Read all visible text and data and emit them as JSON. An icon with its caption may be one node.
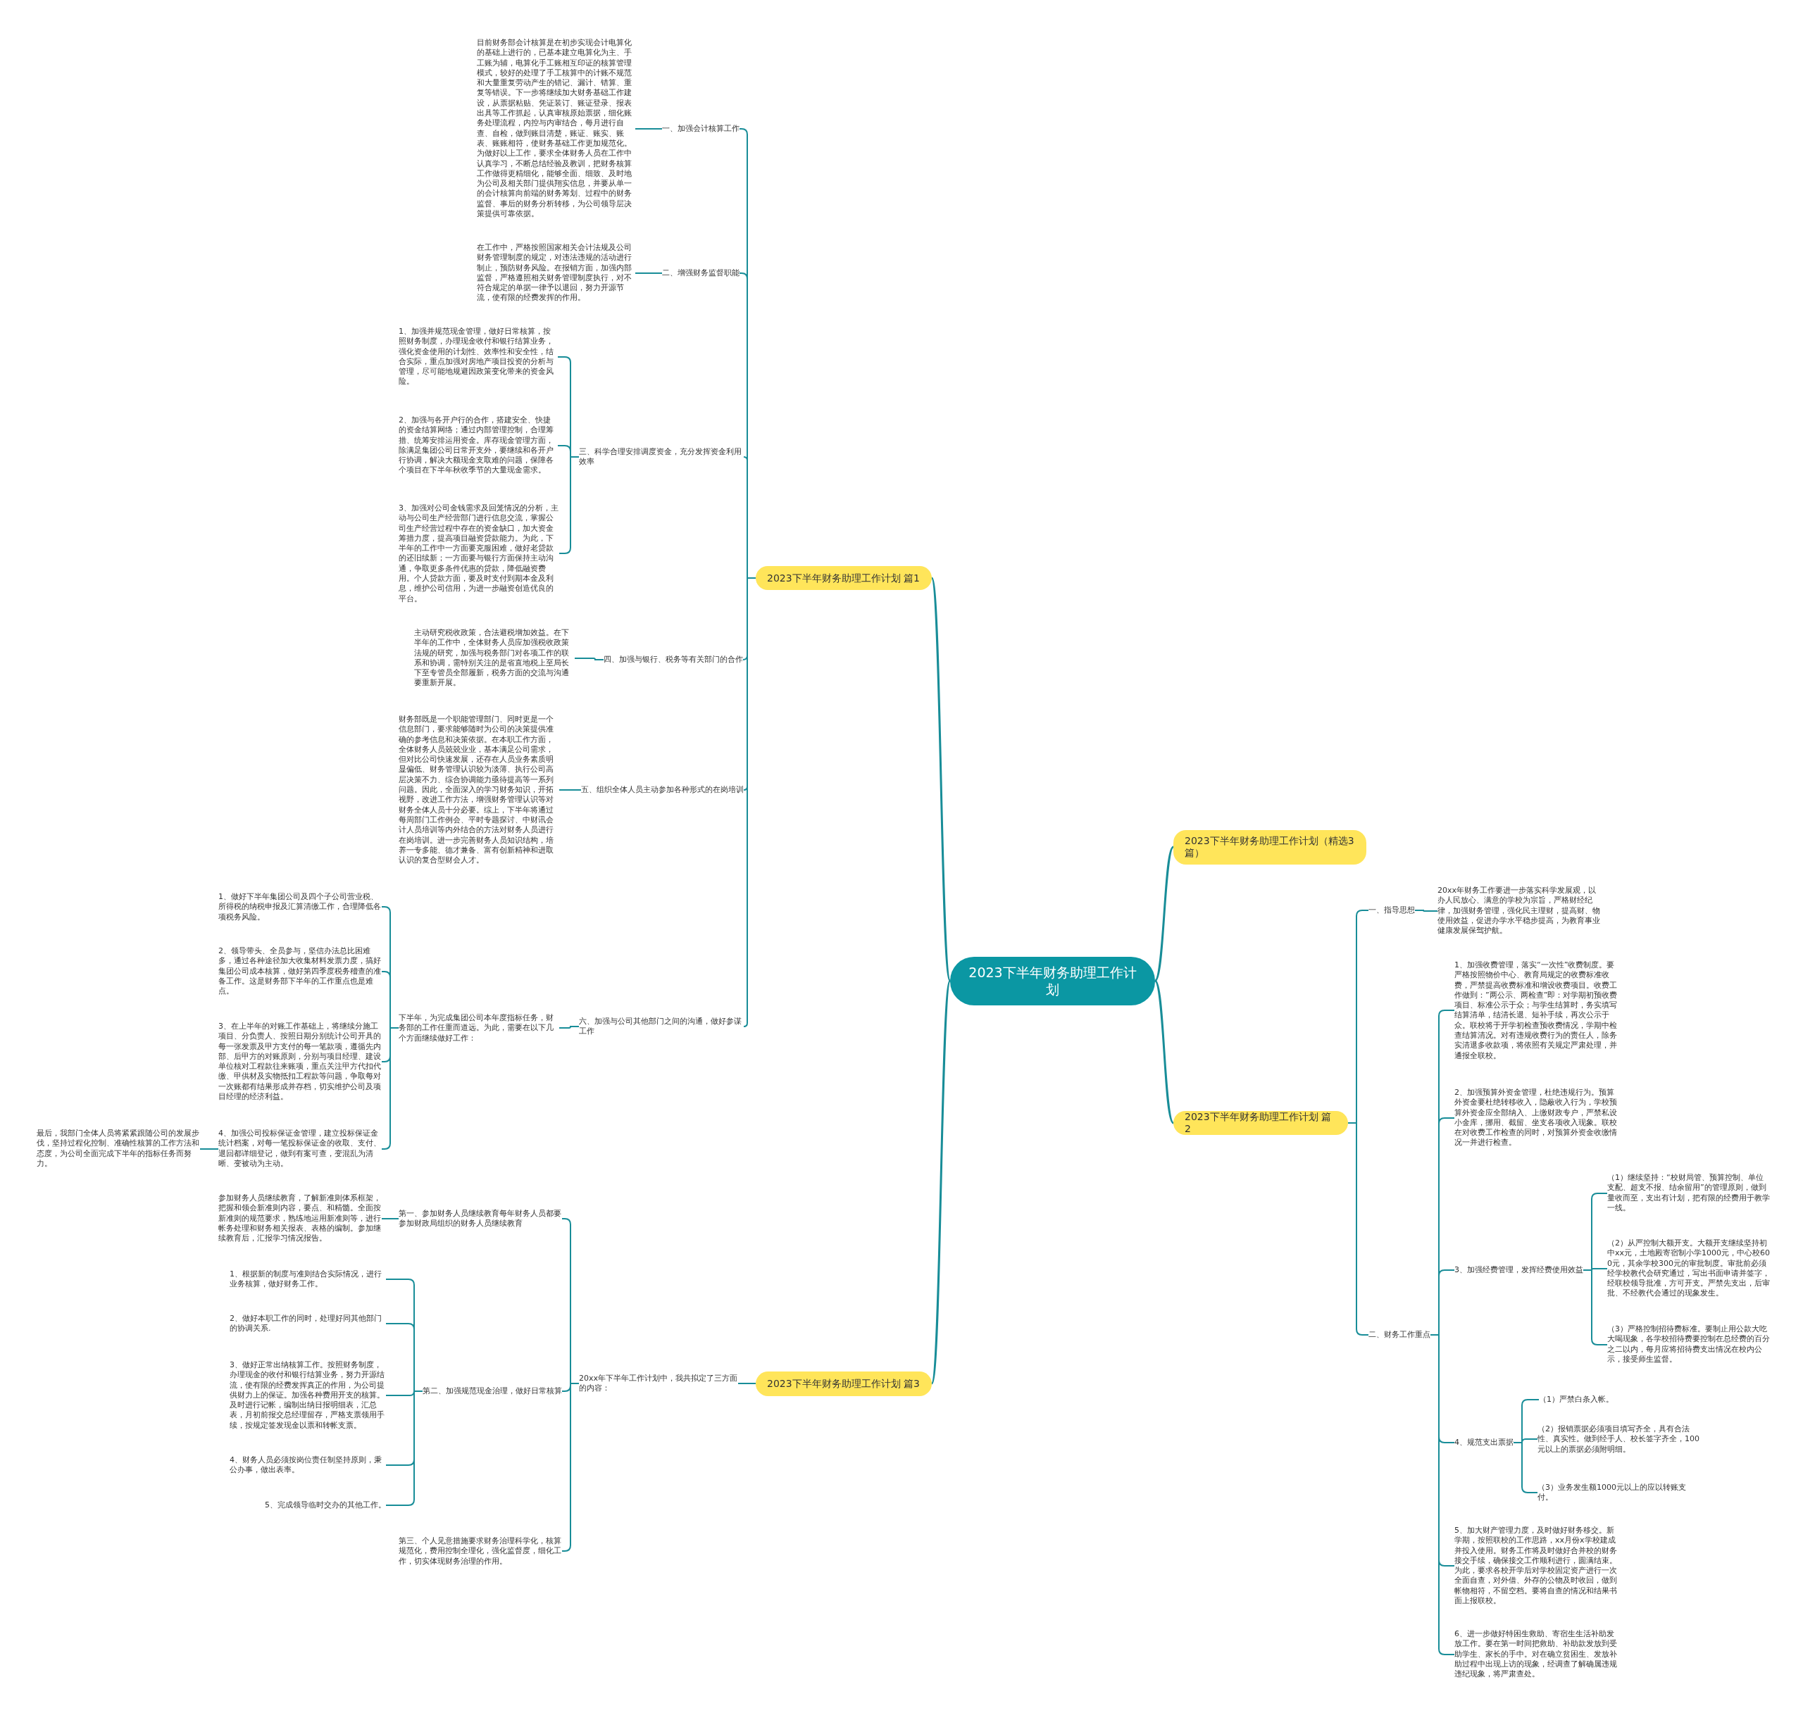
{
  "diagram": {
    "nodes": [
      {
        "text": [
          "2023下半年财务助理工作计划"
        ]
      },
      {
        "text": [
          "2023下半年财务助理工作计划（精选3篇）"
        ]
      },
      {
        "text": [
          "2023下半年财务助理工作计划 篇1"
        ]
      },
      {
        "text": [
          "一、加强会计核算工作"
        ]
      },
      {
        "text": [
          "目前财务部会计核算是在初步实现会计电算化的基础上进行的，已基本建立电算化为主、手工账为辅，电算化手工账相互印证的核算管理模式，较好的处理了手工核算中的计账不规范和大量重复劳动产生的错记、漏计、错算、重复等错误。下一步将继续加大财务基础工作建设，从票据粘贴、凭证装订、账证登录、报表出具等工作抓起，认真审核原始票据，细化账务处理流程，内控与内审结合，每月进行自查、自检，做到账目清楚，账证、账实、账表、账账相符，使财务基础工作更加规范化。为做好以上工作，要求全体财务人员在工作中认真学习，不断总结经验及教训，把财务核算工作做得更精细化，能够全面、细致、及时地为公司及相关部门提供翔实信息，并要从单一的会计核算向前端的财务筹划、过程中的财务监督、事后的财务分析转移，为公司领导层决策提供可靠依据。"
        ]
      },
      {
        "text": [
          "二、增强财务监督职能"
        ]
      },
      {
        "text": [
          "在工作中，严格按照国家相关会计法规及公司财务管理制度的规定，对违法违规的活动进行制止，预防财务风险。在报销方面，加强内部监督，严格遵照相关财务管理制度执行，对不符合规定的单据一律予以退回，努力开源节流，使有限的经费发挥的作用。"
        ]
      },
      {
        "text": [
          "三、科学合理安排调度资金，充分发挥资金利用效率"
        ]
      },
      {
        "text": [
          "1、加强并规范现金管理，做好日常核算，按照财务制度，办理现金收付和银行结算业务，强化资金使用的计划性、效率性和安全性，结合实际，重点加强对房地产项目投资的分析与管理，尽可能地规避因政策变化带来的资金风险。"
        ]
      },
      {
        "text": [
          "2、加强与各开户行的合作，搭建安全、快捷的资金结算网络；通过内部管理控制，合理筹措、统筹安排运用资金。库存现金管理方面，除满足集团公司日常开支外，要继续和各开户行协调，解决大额现金支取难的问题，保障各个项目在下半年秋收季节的大量现金需求。"
        ]
      },
      {
        "text": [
          "3、加强对公司金钱需求及回笼情况的分析，主动与公司生产经营部门进行信息交流，掌握公司生产经营过程中存在的资金缺口，加大资金筹措力度，提高项目融资贷款能力。为此，下半年的工作中一方面要克服困难，做好老贷款的还旧续新；一方面要与银行方面保持主动沟通，争取更多条件优惠的贷款，降低融资费用。个人贷款方面，要及时支付到期本金及利息，维护公司信用，为进一步融资创造优良的平台。"
        ]
      },
      {
        "text": [
          "四、加强与银行、税务等有关部门的合作"
        ]
      },
      {
        "text": [
          "主动研究税收政策，合法避税增加效益。在下半年的工作中，全体财务人员应加强税收政策法规的研究，加强与税务部门对各项工作的联系和协调，需特别关注的是省直地税上至局长下至专管员全部履新，税务方面的交流与沟通要重新开展。"
        ]
      },
      {
        "text": [
          "五、组织全体人员主动参加各种形式的在岗培训"
        ]
      },
      {
        "text": [
          "财务部既是一个职能管理部门、同时更是一个信息部门，要求能够随时为公司的决策提供准确的参考信息和决策依据。在本职工作方面，全体财务人员兢兢业业，基本满足公司需求，但对比公司快速发展，还存在人员业务素质明显偏低、财务管理认识较为淡薄、执行公司高层决策不力、综合协调能力亟待提高等一系列问题。因此，全面深入的学习财务知识，开拓视野，改进工作方法，增强财务管理认识等对财务全体人员十分必要。综上，下半年将通过每周部门工作例会、平时专题探讨、中财讯会计人员培训等内外结合的方法对财务人员进行在岗培训。进一步完善财务人员知识结构，培养一专多能、德才兼备、富有创新精神和进取认识的复合型财会人才。"
        ]
      },
      {
        "text": [
          "六、加强与公司其他部门之间的沟通，做好参谋工作"
        ]
      },
      {
        "text": [
          "下半年，为完成集团公司本年度指标任务，财务部的工作任重而道远。为此，需要在以下几个方面继续做好工作："
        ]
      },
      {
        "text": [
          "1、做好下半年集团公司及四个子公司营业税、所得税的纳税申报及汇算清缴工作，合理降低各项税务风险。"
        ]
      },
      {
        "text": [
          "2、领导带头、全员参与，坚信办法总比困难多，通过各种途径加大收集材料发票力度，搞好集团公司成本核算，做好第四季度税务稽查的准备工作。这是财务部下半年的工作重点也是难点。"
        ]
      },
      {
        "text": [
          "3、在上半年的对账工作基础上，将继续分施工项目、分负责人、按照日期分别统计公司开具的每一张发票及甲方支付的每一笔款项，遵循先内部、后甲方的对账原则，分别与项目经理、建设单位核对工程款往来账项，重点关注甲方代扣代缴、甲供材及实物抵扣工程款等问题，争取每对一次账都有结果形成并存档，切实维护公司及项目经理的经济利益。"
        ]
      },
      {
        "text": [
          "4、加强公司投标保证金管理，建立投标保证金统计档案，对每一笔投标保证金的收取、支付、退回都详细登记，做到有案可查，变混乱为清晰、变被动为主动。"
        ]
      },
      {
        "text": [
          "最后，我部门全体人员将紧紧跟随公司的发展步伐，坚持过程化控制、准确性核算的工作方法和态度，为公司全面完成下半年的指标任务而努力。"
        ]
      },
      {
        "text": [
          "2023下半年财务助理工作计划 篇2"
        ]
      },
      {
        "text": [
          "一、指导思想"
        ]
      },
      {
        "text": [
          "20xx年财务工作要进一步落实科学发展观，以办人民放心、满意的学校为宗旨，严格财经纪律，加强财务管理，强化民主理财，提高财、物使用效益，促进办学水平稳步提高，为教育事业健康发展保驾护航。"
        ]
      },
      {
        "text": [
          "二、财务工作重点"
        ]
      },
      {
        "text": [
          "1、加强收费管理，落实“一次性”收费制度。要严格按照物价中心、教育局规定的收费标准收费，严禁提高收费标准和增设收费项目。收费工作做到：”两公示、两检查”即：对学期初预收费项目、标准公示于众；与学生结算时，务实填写结算清单，结清长退、短补手续，再次公示于众。联校将于开学初检查预收费情况，学期中检查结算清况。对有违规收费行为的责任人，除务实清退多收款项，将依照有关规定严肃处理，并通报全联校。"
        ]
      },
      {
        "text": [
          "2、加强预算外资金管理，杜绝违规行为。预算外资金要杜绝转移收入，隐蔽收入行为，学校预算外资金应全部纳入、上缴财政专户，严禁私设小金库，挪用、截留、坐支各项收入现象。联校在对收费工作检查的同时，对预算外资金收缴情况一并进行检查。"
        ]
      },
      {
        "text": [
          "3、加强经费管理，发挥经费使用效益"
        ]
      },
      {
        "text": [
          "（1）继续坚持：“校财局管、预算控制、单位支配、超支不报、结余留用”的管理原则，做到量收而至，支出有计划，把有限的经费用于教学一线。"
        ]
      },
      {
        "text": [
          "（2）从严控制大额开支。大额开支继续坚持初中xx元，土地殿寄宿制小学1000元，中心校600元，其余学校300元的审批制度。审批前必须经学校教代会研究通过，写出书面申请并签字，经联校领导批准，方可开支。严禁先支出，后审批、不经教代会通过的现象发生。"
        ]
      },
      {
        "text": [
          "（3）严格控制招待费标准。要制止用公款大吃大喝现象，各学校招待费要控制在总经费的百分之二以内，每月应将招待费支出情况在校内公示，接受师生监督。"
        ]
      },
      {
        "text": [
          "4、规范支出票据"
        ]
      },
      {
        "text": [
          "（1）严禁白条入帐。"
        ]
      },
      {
        "text": [
          "（2）报销票据必须项目填写齐全，具有合法性、真实性。做到经手人、校长签字齐全，100元以上的票据必须附明细。"
        ]
      },
      {
        "text": [
          "（3）业务发生额1000元以上的应以转账支付。"
        ]
      },
      {
        "text": [
          "5、加大财产管理力度，及时做好财务移交。新学期，按照联校的工作思路，xx月份x学校建成并投入使用。财务工作将及时做好合并校的财务接交手续，确保接交工作顺利进行，圆满结束。为此，要求各校开学后对学校固定资产进行一次全面自查，对外借、外存的公物及时收回，做到帐物相符，不留空档。要将自查的情况和结果书面上报联校。"
        ]
      },
      {
        "text": [
          "6、进一步做好特困生救助、寄宿生生活补助发放工作。要在第一时间把救助、补助款发放到受助学生、家长的手中。对在确立贫困生、发放补助过程中出现上访的现象，经调查了解确属违规违纪现象，将严肃查处。"
        ]
      },
      {
        "text": [
          "2023下半年财务助理工作计划 篇3"
        ]
      },
      {
        "text": [
          "20xx年下半年工作计划中，我共拟定了三方面的内容："
        ]
      },
      {
        "text": [
          "第一、参加财务人员继续教育每年财务人员都要参加财政局组织的财务人员继续教育"
        ]
      },
      {
        "text": [
          "参加财务人员继续教育，了解新准则体系框架，把握和领会新准则内容，要点、和精髓。全面按新准则的规范要求，熟练地运用新准则等，进行帐务处理和财务相关报表、表格的编制。参加继续教育后，汇报学习情况报告。"
        ]
      },
      {
        "text": [
          "第二、加强规范现金治理，做好日常核算"
        ]
      },
      {
        "text": [
          "1、根据新的制度与准则结合实际情况，进行业务核算，做好财务工作。"
        ]
      },
      {
        "text": [
          "2、做好本职工作的同时，处理好同其他部门的协调关系."
        ]
      },
      {
        "text": [
          "3、做好正常出纳核算工作。按照财务制度，办理现金的收付和银行结算业务，努力开源结流，使有限的经费发挥真正的作用，为公司提供财力上的保证。加强各种费用开支的核算。及时进行记帐，编制出纳日报明细表，汇总表，月初前报交总经理留存，严格支票领用手续，按规定签发现金以票和转帐支票。"
        ]
      },
      {
        "text": [
          "4、财务人员必须按岗位责任制坚持原则，秉公办事，做出表率。"
        ]
      },
      {
        "text": [
          "5、完成领导临时交办的其他工作。"
        ]
      },
      {
        "text": [
          "第三、个人见意措施要求财务治理科学化，核算规范化，费用控制全理化，强化监督度，细化工作，切实体现财务治理的作用。"
        ]
      }
    ],
    "edges": [
      {
        "from": 0,
        "to": 1,
        "arrow": "none"
      },
      {
        "from": 0,
        "to": 2,
        "arrow": "none"
      },
      {
        "from": 0,
        "to": 22,
        "arrow": "none"
      },
      {
        "from": 0,
        "to": 38,
        "arrow": "none"
      },
      {
        "from": 2,
        "to": 3,
        "arrow": "none"
      },
      {
        "from": 2,
        "to": 5,
        "arrow": "none"
      },
      {
        "from": 2,
        "to": 7,
        "arrow": "none"
      },
      {
        "from": 2,
        "to": 11,
        "arrow": "none"
      },
      {
        "from": 2,
        "to": 13,
        "arrow": "none"
      },
      {
        "from": 2,
        "to": 15,
        "arrow": "none"
      },
      {
        "from": 3,
        "to": 4,
        "arrow": "none"
      },
      {
        "from": 5,
        "to": 6,
        "arrow": "none"
      },
      {
        "from": 7,
        "to": 8,
        "arrow": "none"
      },
      {
        "from": 7,
        "to": 9,
        "arrow": "none"
      },
      {
        "from": 7,
        "to": 10,
        "arrow": "none"
      },
      {
        "from": 11,
        "to": 12,
        "arrow": "none"
      },
      {
        "from": 13,
        "to": 14,
        "arrow": "none"
      },
      {
        "from": 15,
        "to": 16,
        "arrow": "none"
      },
      {
        "from": 16,
        "to": 17,
        "arrow": "none"
      },
      {
        "from": 16,
        "to": 18,
        "arrow": "none"
      },
      {
        "from": 16,
        "to": 19,
        "arrow": "none"
      },
      {
        "from": 16,
        "to": 20,
        "arrow": "none"
      },
      {
        "from": 20,
        "to": 21,
        "arrow": "none"
      },
      {
        "from": 22,
        "to": 23,
        "arrow": "none"
      },
      {
        "from": 22,
        "to": 25,
        "arrow": "none"
      },
      {
        "from": 23,
        "to": 24,
        "arrow": "none"
      },
      {
        "from": 25,
        "to": 26,
        "arrow": "none"
      },
      {
        "from": 25,
        "to": 27,
        "arrow": "none"
      },
      {
        "from": 25,
        "to": 28,
        "arrow": "none"
      },
      {
        "from": 25,
        "to": 32,
        "arrow": "none"
      },
      {
        "from": 25,
        "to": 36,
        "arrow": "none"
      },
      {
        "from": 25,
        "to": 37,
        "arrow": "none"
      },
      {
        "from": 28,
        "to": 29,
        "arrow": "none"
      },
      {
        "from": 28,
        "to": 30,
        "arrow": "none"
      },
      {
        "from": 28,
        "to": 31,
        "arrow": "none"
      },
      {
        "from": 32,
        "to": 33,
        "arrow": "none"
      },
      {
        "from": 32,
        "to": 34,
        "arrow": "none"
      },
      {
        "from": 32,
        "to": 35,
        "arrow": "none"
      },
      {
        "from": 38,
        "to": 39,
        "arrow": "none"
      },
      {
        "from": 39,
        "to": 40,
        "arrow": "none"
      },
      {
        "from": 39,
        "to": 42,
        "arrow": "none"
      },
      {
        "from": 39,
        "to": 48,
        "arrow": "none"
      },
      {
        "from": 40,
        "to": 41,
        "arrow": "none"
      },
      {
        "from": 42,
        "to": 43,
        "arrow": "none"
      },
      {
        "from": 42,
        "to": 44,
        "arrow": "none"
      },
      {
        "from": 42,
        "to": 45,
        "arrow": "none"
      },
      {
        "from": 42,
        "to": 46,
        "arrow": "none"
      },
      {
        "from": 42,
        "to": 47,
        "arrow": "none"
      }
    ]
  }
}
